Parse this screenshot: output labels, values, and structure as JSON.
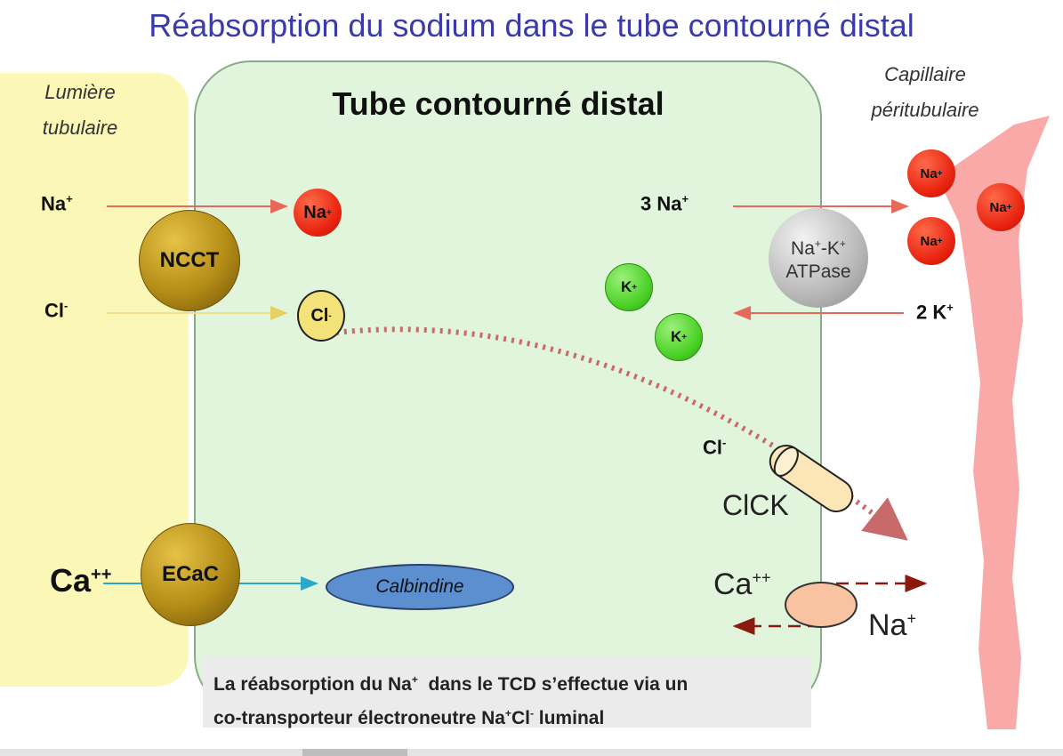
{
  "title": "Réabsorption du sodium dans le tube contourné distal",
  "regions": {
    "lumen_line1": "Lumière",
    "lumen_line2": "tubulaire",
    "cell_title": "Tube contourné distal",
    "capillary_line1": "Capillaire",
    "capillary_line2": "péritubulaire"
  },
  "labels": {
    "na_lumen": "Na",
    "na_lumen_sup": "+",
    "cl_lumen": "Cl",
    "cl_lumen_sup": "-",
    "ca_lumen": "Ca",
    "ca_lumen_sup": "++",
    "na3": "3 Na",
    "na3_sup": "+",
    "k2": "2 K",
    "k2_sup": "+",
    "cl_basal": "Cl",
    "cl_basal_sup": "-",
    "clck": "ClCK",
    "ca_basal": "Ca",
    "ca_basal_sup": "++",
    "na_basal": "Na",
    "na_basal_sup": "+"
  },
  "transporters": {
    "ncct": "NCCT",
    "ecac": "ECaC",
    "atpase_na": "Na",
    "atpase_na_sup": "+",
    "atpase_dash": "-K",
    "atpase_k_sup": "+",
    "atpase_line2": "ATPase",
    "calbindine": "Calbindine"
  },
  "ions": {
    "na": "Na",
    "na_sup": "+",
    "k": "K",
    "k_sup": "+",
    "cl": "Cl",
    "cl_sup": "-"
  },
  "caption": {
    "p1": "La réabsorption du  Na",
    "p1_sup": "+",
    "p2": "  dans le TCD s’effectue via un",
    "p3": "co-transporteur électroneutre Na",
    "p3_sup1": "+",
    "p4": "Cl",
    "p4_sup2": "-",
    "p5": " luminal"
  },
  "colors": {
    "title": "#3a3aa8",
    "lumen": "#fbf7b6",
    "cell": "#e0f5dc",
    "capillary": "#f9aaa8",
    "sodium": "#e8220f",
    "potassium": "#48d024",
    "chloride": "#f3e27a",
    "calbindine": "#5b8fd0",
    "arrow_red": "#e8685a",
    "arrow_yellow": "#f3e27a",
    "arrow_blue": "#2aa8c8",
    "arrow_dark": "#8a1a10",
    "dotted_path": "#c86a6a"
  }
}
